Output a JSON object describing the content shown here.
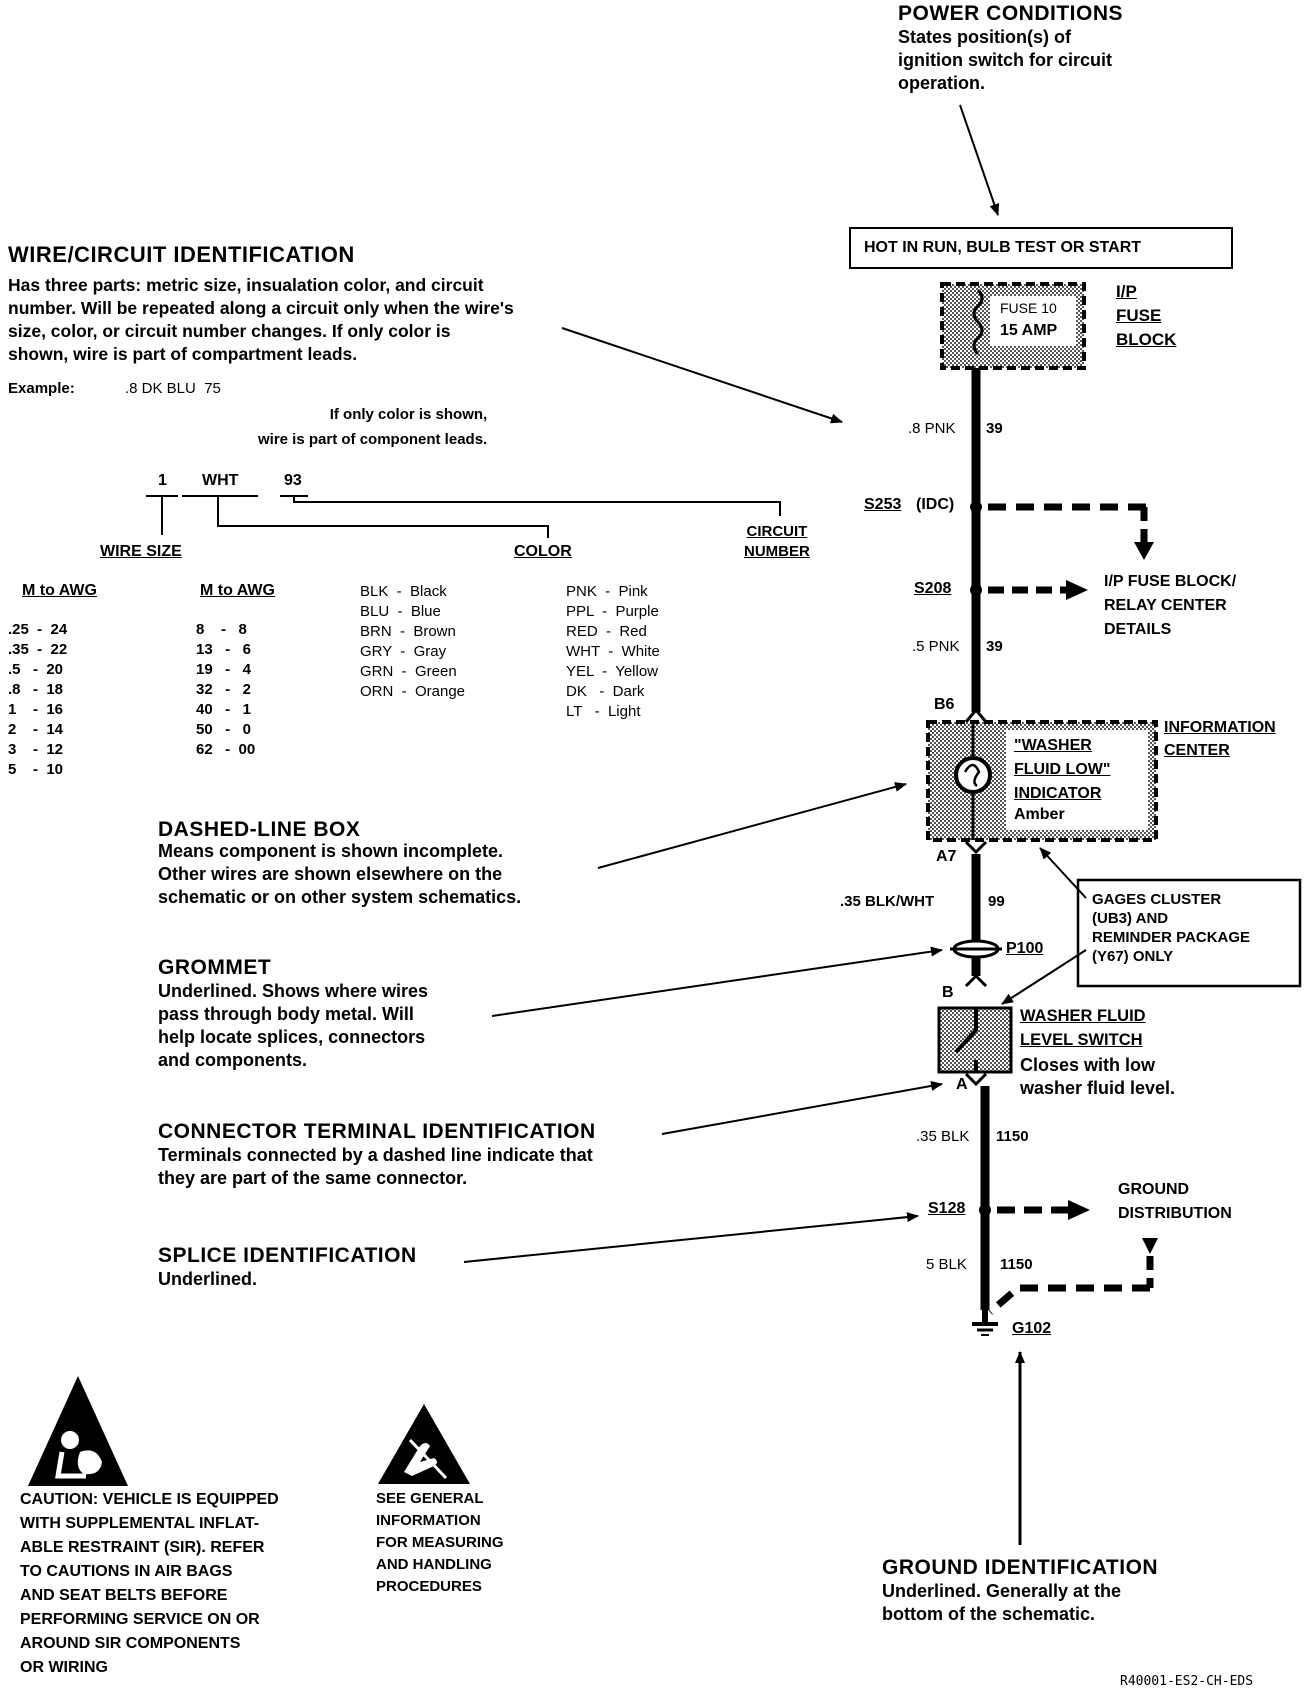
{
  "power": {
    "title": "POWER CONDITIONS",
    "desc": "States position(s) of\nignition switch for circuit\noperation.",
    "box": "HOT IN RUN, BULB TEST OR START"
  },
  "fuse": {
    "name": "FUSE 10",
    "amp": "15 AMP",
    "block": "I/P\nFUSE\nBLOCK"
  },
  "wire_id": {
    "title": "WIRE/CIRCUIT IDENTIFICATION",
    "desc": "Has three parts: metric size, insualation color, and circuit\nnumber. Will be repeated along a circuit only when the wire's\nsize, color, or circuit number changes. If only color is\nshown, wire is part of compartment leads.",
    "example_label": "Example:",
    "example_value": ".8 DK BLU  75",
    "note": "If only color is shown,\nwire is part of component leads.",
    "sample_size": "1",
    "sample_color": "WHT",
    "sample_circuit": "93",
    "label_size": "WIRE SIZE",
    "label_color": "COLOR",
    "label_circuit": "CIRCUIT\nNUMBER"
  },
  "awg": {
    "header": "M to AWG",
    "col1": [
      ".25  -  24",
      ".35  -  22",
      ".5   -  20",
      ".8   -  18",
      "1    -  16",
      "2    -  14",
      "3    -  12",
      "5    -  10"
    ],
    "col2": [
      "8    -   8",
      "13   -   6",
      "19   -   4",
      "32   -   2",
      "40   -   1",
      "50   -   0",
      "62   -  00"
    ]
  },
  "colors": {
    "col1": [
      "BLK  -  Black",
      "BLU  -  Blue",
      "BRN  -  Brown",
      "GRY  -  Gray",
      "GRN  -  Green",
      "ORN  -  Orange"
    ],
    "col2": [
      "PNK  -  Pink",
      "PPL  -  Purple",
      "RED  -  Red",
      "WHT  -  White",
      "YEL  -  Yellow",
      "DK   -  Dark",
      "LT   -  Light"
    ]
  },
  "schematic": {
    "w1_spec": ".8 PNK",
    "w1_circ": "39",
    "s253": "S253",
    "s253_note": "(IDC)",
    "s208": "S208",
    "s208_ref": "I/P FUSE BLOCK/\nRELAY CENTER\nDETAILS",
    "w2_spec": ".5 PNK",
    "w2_circ": "39",
    "b6": "B6",
    "ic_label": "INFORMATION\nCENTER",
    "indicator": "\"WASHER\nFLUID LOW\"\nINDICATOR",
    "indicator_color": "Amber",
    "a7": "A7",
    "w3_spec": ".35 BLK/WHT",
    "w3_circ": "99",
    "gages_note": "GAGES CLUSTER\n(UB3) AND\nREMINDER PACKAGE\n(Y67) ONLY",
    "p100": "P100",
    "conn_b": "B",
    "switch_label": "WASHER FLUID\nLEVEL SWITCH",
    "switch_desc": "Closes with low\nwasher fluid level.",
    "conn_a": "A",
    "w4_spec": ".35 BLK",
    "w4_circ": "1150",
    "s128": "S128",
    "ground_dist": "GROUND\nDISTRIBUTION",
    "w5_spec": "5 BLK",
    "w5_circ": "1150",
    "g102": "G102"
  },
  "callouts": {
    "dashed_title": "DASHED-LINE BOX",
    "dashed_desc": "Means component is shown incomplete.\nOther wires are shown elsewhere on the\nschematic or on other system schematics.",
    "grommet_title": "GROMMET",
    "grommet_desc": "Underlined. Shows where wires\npass through body metal. Will\nhelp locate splices, connectors\nand components.",
    "connector_title": "CONNECTOR TERMINAL IDENTIFICATION",
    "connector_desc": "Terminals connected by a dashed line indicate that\nthey are part of the same connector.",
    "splice_title": "SPLICE IDENTIFICATION",
    "splice_desc": "Underlined.",
    "ground_title": "GROUND IDENTIFICATION",
    "ground_desc": "Underlined. Generally at the\nbottom of the schematic."
  },
  "caution": "CAUTION: VEHICLE IS EQUIPPED\nWITH SUPPLEMENTAL INFLAT-\nABLE RESTRAINT (SIR). REFER\nTO CAUTIONS IN AIR BAGS\nAND SEAT BELTS BEFORE\nPERFORMING SERVICE ON OR\nAROUND SIR COMPONENTS\nOR WIRING",
  "esd": "SEE GENERAL\nINFORMATION\nFOR MEASURING\nAND HANDLING\nPROCEDURES",
  "figure_id": "R40001-ES2-CH-EDS"
}
